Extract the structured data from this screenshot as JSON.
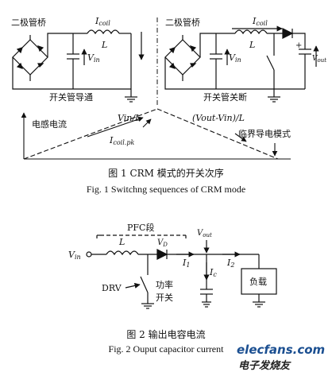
{
  "figure1": {
    "left_circuit": {
      "bridge_label": "二极管桥",
      "coil_current": "I",
      "coil_current_sub": "coil",
      "inductor": "L",
      "vin": "V",
      "vin_sub": "in",
      "state": "开关管导通"
    },
    "right_circuit": {
      "bridge_label": "二极管桥",
      "coil_current": "I",
      "coil_current_sub": "coil",
      "inductor": "L",
      "vin": "V",
      "vin_sub": "in",
      "vout": "V",
      "vout_sub": "out",
      "cap_plus": "+",
      "state": "开关管关断"
    },
    "waveform": {
      "y_label": "电感电流",
      "rise_slope": "Vin/L",
      "fall_slope": "(Vout-Vin)/L",
      "peak": "I",
      "peak_sub": "coil.pk",
      "mode_label": "临界导电模式"
    },
    "caption_cn": "图 1    CRM 模式的开关次序",
    "caption_en": "Fig. 1    Switchng sequences of CRM mode"
  },
  "figure2": {
    "pfc_label": "PFC段",
    "vin": "V",
    "vin_sub": "in",
    "inductor": "L",
    "diode": "V",
    "diode_sub": "D",
    "vout": "V",
    "vout_sub": "out",
    "i1": "I",
    "i1_sub": "1",
    "i2": "I",
    "i2_sub": "2",
    "ic": "I",
    "ic_sub": "c",
    "drv": "DRV",
    "switch_label_1": "功率",
    "switch_label_2": "开关",
    "load": "负载",
    "caption_cn": "图 2    输出电容电流",
    "caption_en": "Fig. 2    Ouput capacitor current"
  },
  "watermark": {
    "logo": "elecfans.com",
    "cn": "电子发烧友"
  }
}
